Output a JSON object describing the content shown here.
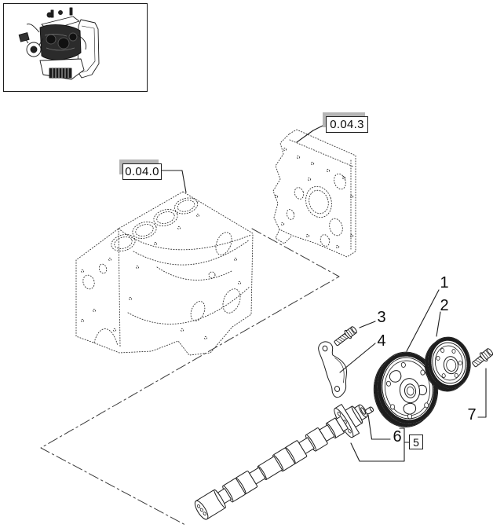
{
  "diagram": {
    "ref_labels": {
      "block": "0.04.0",
      "cover": "0.04.3"
    },
    "callouts": {
      "c1": "1",
      "c2": "2",
      "c3": "3",
      "c4": "4",
      "c5": "5",
      "c6": "6",
      "c7": "7"
    },
    "colors": {
      "ink": "#1d1d1d",
      "phantom": "#2f2f2f",
      "highlight": "#b5b5b5",
      "paper": "#ffffff"
    }
  }
}
